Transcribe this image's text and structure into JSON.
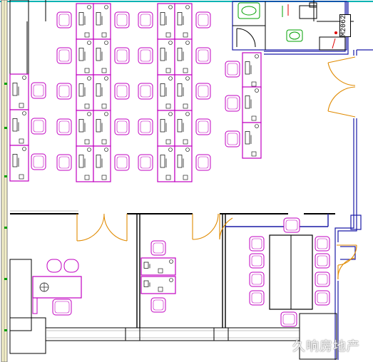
{
  "plan": {
    "door_code": "M2062",
    "watermark": "久响房地产"
  },
  "colors": {
    "background": "#ffffff",
    "wall": "#000000",
    "partition": "#1a1aa6",
    "furniture": "#c000c0",
    "door": "#e08a00",
    "fixture": "#00a000",
    "glazing": "#00b3b3",
    "column": "#888888",
    "lines": "#7a7a7a",
    "accent": "#e00000"
  },
  "rooms": [
    "open-office",
    "office-left",
    "office-middle",
    "meeting-room",
    "washroom"
  ]
}
